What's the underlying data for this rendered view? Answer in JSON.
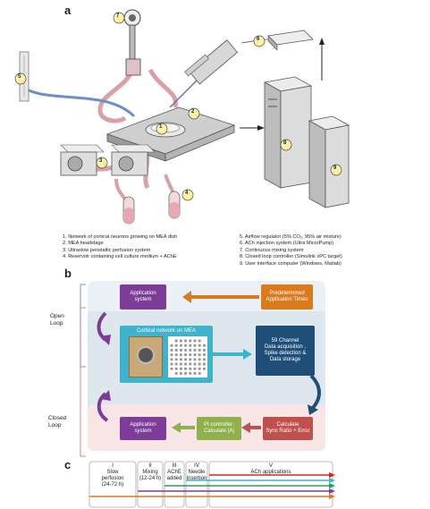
{
  "panels": {
    "a": "a",
    "b": "b",
    "c": "c"
  },
  "callouts": [
    "1",
    "2",
    "3",
    "4",
    "5",
    "6",
    "7",
    "8",
    "9"
  ],
  "legend_left": [
    "1.   Network of cortical neurons growing on MEA dish",
    "2.   MEA headstage",
    "3.   Ultraslow peristaltic perfusion system",
    "4.   Reservoir containing cell culture medium + AChE"
  ],
  "legend_right": [
    "5.   Airflow regulator (5% CO₂, 95% air mixture)",
    "6.   ACh injection system (Ultra MicroPump)",
    "7.   Continuous mixing system",
    "8.   Closed loop controller (Simulink xPC target)",
    "9.   User interface computer (Windows, Matlab)"
  ],
  "flow": {
    "open_loop": "Open\nLoop",
    "closed_loop": "Closed\nLoop",
    "application_system_top": "Application\nsystem",
    "predetermined": "Predetermined\nApplication Times",
    "cortical_network": "Cortical network on MEA",
    "acquisition": "59 Channel\nData acquisition ,\nSpike detection &\nData storage",
    "application_system_bottom": "Application\nsystem",
    "pi_controller": "PI controller:\nCalculate |A|",
    "calculate": "Calculate\nSync Ratio + Error"
  },
  "timeline": {
    "phases": [
      {
        "num": "I",
        "label": "Slow\nperfusion\n(24-72 h)"
      },
      {
        "num": "II",
        "label": "Mixing\n(12-24 h)"
      },
      {
        "num": "III",
        "label": "AChE\nadded"
      },
      {
        "num": "IV",
        "label": "Needle\ninsertion"
      },
      {
        "num": "V",
        "label": "ACh applications"
      }
    ]
  },
  "colors": {
    "purple": "#7d3c98",
    "orange": "#d97a1c",
    "teal": "#3fb3cc",
    "navy": "#1f4e79",
    "red": "#c0504d",
    "green": "#8fb04a"
  }
}
